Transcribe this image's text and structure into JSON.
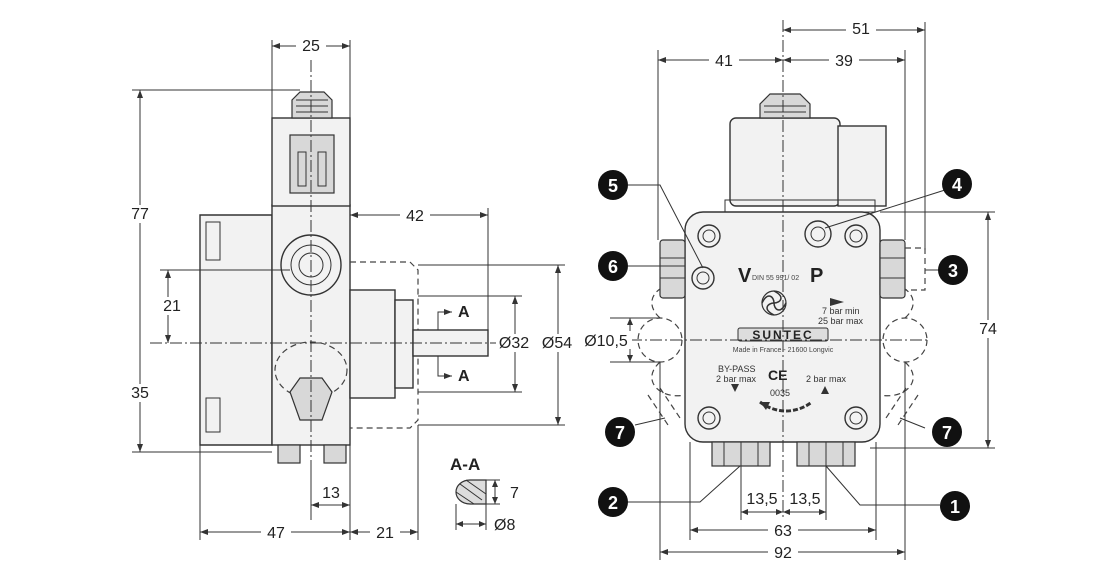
{
  "dimensions": {
    "left_width_top": "25",
    "height_total": "77",
    "shaft_length": "42",
    "upper_offset": "21",
    "lower_offset": "35",
    "shaft_dia": "Ø32",
    "flange_dia": "Ø54",
    "bottom_13": "13",
    "bottom_47": "47",
    "bottom_21": "21",
    "right_51": "51",
    "right_41": "41",
    "right_39": "39",
    "right_74": "74",
    "hole_dia": "Ø10,5",
    "right_135_a": "13,5",
    "right_135_b": "13,5",
    "right_63": "63",
    "right_92": "92"
  },
  "section": {
    "title": "A-A",
    "label_a_top": "A",
    "label_a_bottom": "A",
    "dim_7": "7",
    "dim_8": "Ø8"
  },
  "markers": [
    "1",
    "2",
    "3",
    "4",
    "5",
    "6",
    "7",
    "7"
  ],
  "plate": {
    "v_label": "V",
    "din_text": "DIN 55 991/ 02",
    "p_label": "P",
    "pressure_1": "7 bar min",
    "pressure_2": "25 bar max",
    "brand": "SUNTEC",
    "made_in": "Made in France - 21600 Longvic",
    "bypass_1": "BY-PASS",
    "bypass_2": "2 bar max",
    "ce": "CE",
    "ce_num": "0035",
    "right_bar": "2 bar max"
  }
}
